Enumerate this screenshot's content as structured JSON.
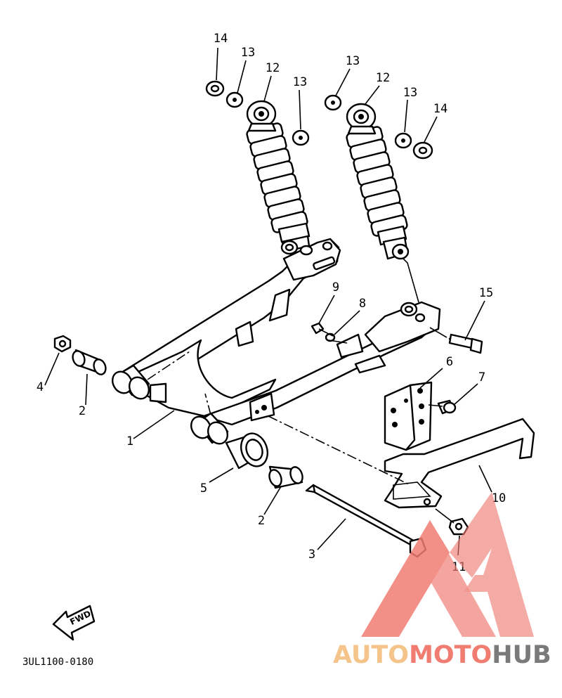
{
  "diagram": {
    "callouts": {
      "p1": "1",
      "p2a": "2",
      "p2b": "2",
      "p3": "3",
      "p4": "4",
      "p5": "5",
      "p6": "6",
      "p7": "7",
      "p8": "8",
      "p9": "9",
      "p10": "10",
      "p11": "11",
      "p12a": "12",
      "p12b": "12",
      "p13a": "13",
      "p13b": "13",
      "p13c": "13",
      "p13d": "13",
      "p14a": "14",
      "p14b": "14",
      "p15": "15"
    },
    "drawing_code": "3UL1100-0180",
    "fwd_label": "FWD"
  },
  "watermark": {
    "part1": "AUTO",
    "part2": "MOTO",
    "part3": "HUB",
    "colors": {
      "auto": "#f5c48a",
      "moto": "#f07c72",
      "hub": "#7a7a7a",
      "logo": "#f07c72"
    }
  }
}
